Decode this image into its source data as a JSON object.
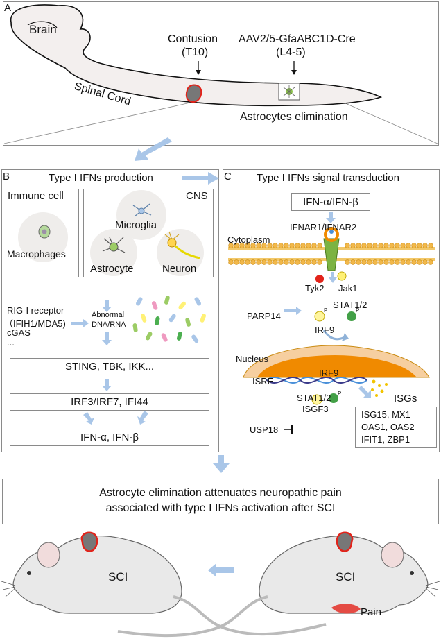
{
  "panelA": {
    "letter": "A",
    "brain": "Brain",
    "spinal_cord": "Spinal Cord",
    "contusion": "Contusion",
    "contusion_level": "(T10)",
    "virus": "AAV2/5-GfaABC1D-Cre",
    "virus_level": "(L4-5)",
    "astro_elim": "Astrocytes elimination"
  },
  "panelB": {
    "letter": "B",
    "title": "Type I IFNs production",
    "immune_cell": "Immune cell",
    "macrophages": "Macrophages",
    "cns": "CNS",
    "microglia": "Microglia",
    "astrocyte": "Astrocyte",
    "neuron": "Neuron",
    "receptors": [
      "RIG-I receptor",
      "（IFIH1/MDA5)",
      "cGAS",
      "..."
    ],
    "abnormal": [
      "Abnormal",
      "DNA/RNA"
    ],
    "step1": "STING, TBK, IKK...",
    "step2": "IRF3/IRF7, IFI44",
    "step3": "IFN-α, IFN-β"
  },
  "panelC": {
    "letter": "C",
    "title": "Type I IFNs signal transduction",
    "ligand": "IFN-α/IFN-β",
    "receptor": "IFNAR1/IFNAR2",
    "cytoplasm": "Cytoplasm",
    "tyk2": "Tyk2",
    "jak1": "Jak1",
    "stat": "STAT1/2",
    "parp14": "PARP14",
    "irf9": "IRF9",
    "nucleus": "Nucleus",
    "irf9_nuc": "IRF9",
    "isre": "ISRE",
    "stat_nuc": "STAT1/2",
    "isgf3": "ISGF3",
    "isgs": "ISGs",
    "usp18": "USP18",
    "isg_list": [
      "ISG15, MX1",
      "OAS1, OAS2",
      "IFIT1, ZBP1"
    ],
    "p": "P"
  },
  "conclusion": {
    "line1": "Astrocyte elimination attenuates neuropathic pain",
    "line2": "associated with type I IFNs  activation after SCI"
  },
  "mice": {
    "left_label": "SCI",
    "right_label": "SCI",
    "pain": "Pain"
  },
  "colors": {
    "arrow": "#a9c6e8",
    "lesion": "#e2231a",
    "orange": "#f08a00",
    "membrane": "#f2b84a",
    "receptor_green": "#7cb342",
    "cell_bg": "#efedeb"
  }
}
